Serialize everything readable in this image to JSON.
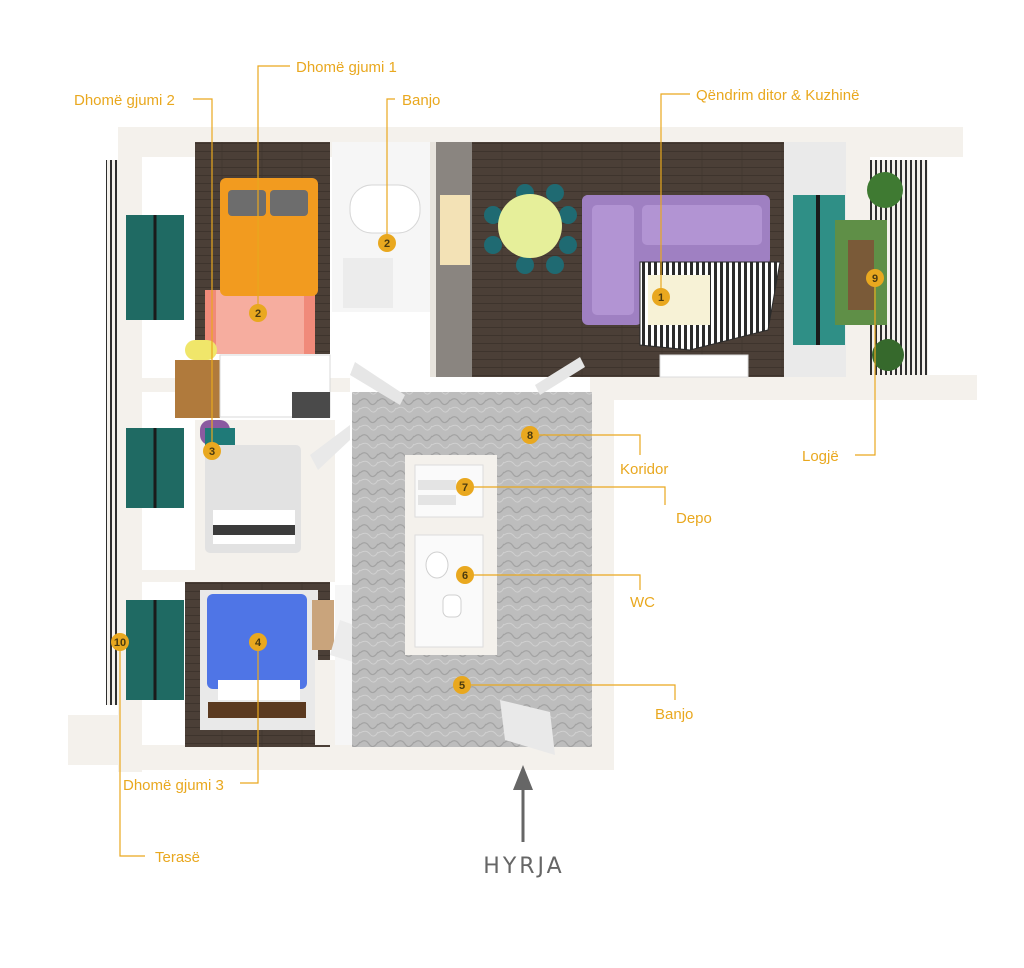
{
  "colors": {
    "accent": "#e9a81f",
    "label": "#e9a81f",
    "wall": "#f4f1ec",
    "floor_wood": "#4a3e36",
    "floor_tile": "#b9b9b9",
    "entry_text": "#666666"
  },
  "rooms": {
    "bedroom1": {
      "label": "Dhomë gjumi 1",
      "marker": "2"
    },
    "bedroom2": {
      "label": "Dhomë gjumi 2",
      "marker": "3"
    },
    "bathroom_top": {
      "label": "Banjo",
      "marker": "2"
    },
    "living_kitchen": {
      "label": "Qëndrim ditor & Kuzhinë",
      "marker": "1"
    },
    "corridor": {
      "label": "Koridor",
      "marker": "8"
    },
    "storage": {
      "label": "Depo",
      "marker": "7"
    },
    "wc": {
      "label": "WC",
      "marker": "6"
    },
    "bathroom_bottom": {
      "label": "Banjo",
      "marker": "5"
    },
    "bedroom3": {
      "label": "Dhomë gjumi 3",
      "marker": "4"
    },
    "terrace": {
      "label": "Terasë",
      "marker": "10"
    },
    "loggia": {
      "label": "Logjë",
      "marker": "9"
    }
  },
  "entry": {
    "label": "HYRJA",
    "icon": "arrow-up-icon"
  }
}
